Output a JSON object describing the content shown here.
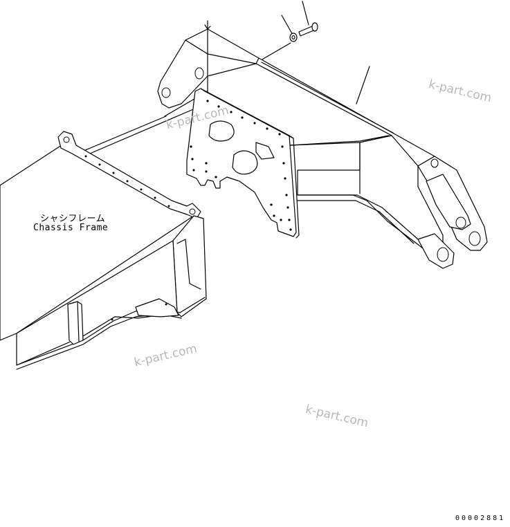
{
  "labels": {
    "chassis_frame_jp": "シャシフレーム",
    "chassis_frame_en": "Chassis Frame"
  },
  "watermarks": [
    "k-part.com",
    "k-part.com",
    "k-part.com",
    "k-part.com"
  ],
  "figure_code": "00002881"
}
